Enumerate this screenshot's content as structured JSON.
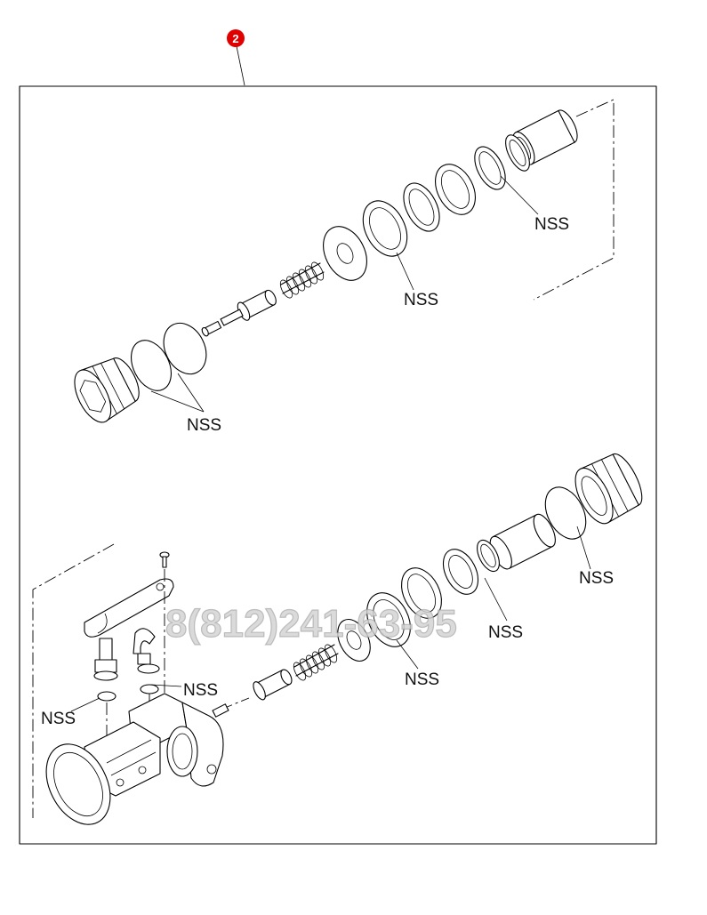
{
  "diagram": {
    "reference_number": "2",
    "reference_color": "#e00000",
    "part_labels": [
      "NSS",
      "NSS",
      "NSS",
      "NSS",
      "NSS",
      "NSS",
      "NSS",
      "NSS"
    ],
    "watermark": "8(812)241-63-95"
  }
}
